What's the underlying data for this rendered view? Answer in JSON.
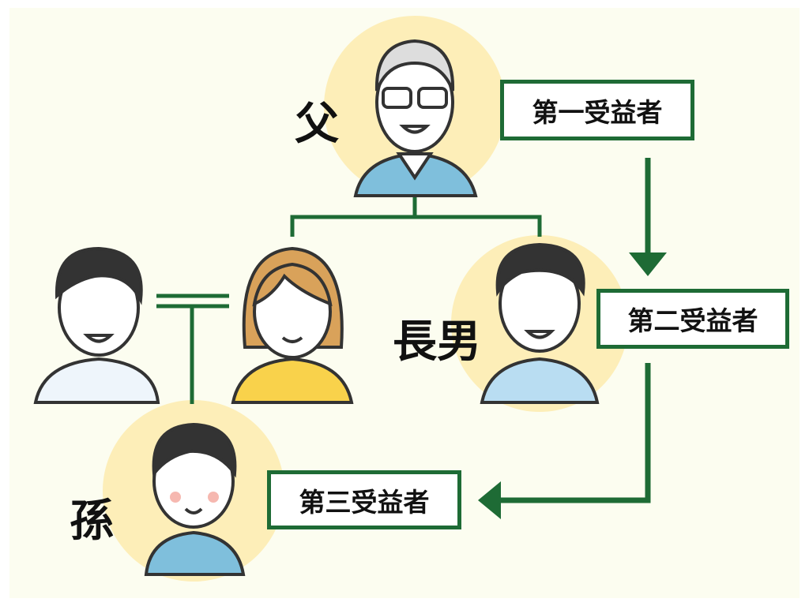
{
  "labels": {
    "father": "父",
    "eldest_son": "長男",
    "grandchild": "孫"
  },
  "beneficiaries": {
    "first": "第一受益者",
    "second": "第二受益者",
    "third": "第三受益者"
  },
  "colors": {
    "accent": "#1e6b35",
    "circle": "#fdeeb8",
    "background": "#fcfdf0"
  }
}
